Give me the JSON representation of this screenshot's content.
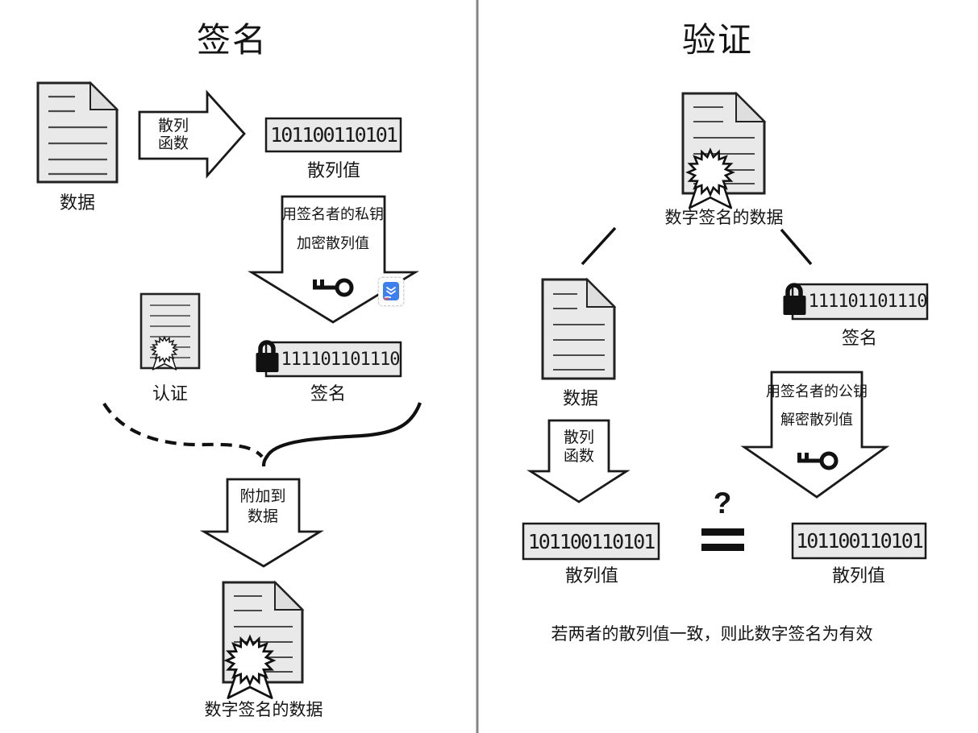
{
  "colors": {
    "box_fill": "#e9e9e9",
    "line": "#1a1a1a",
    "divider": "#8f8f8f",
    "watermark_blue": "#3d7ef0"
  },
  "left": {
    "title": "签名",
    "data_label": "数据",
    "hash_fn_line1": "散列",
    "hash_fn_line2": "函数",
    "hash_value": "101100110101",
    "hash_label": "散列值",
    "encrypt_line1": "用签名者的私钥",
    "encrypt_line2": "加密散列值",
    "cert_label": "认证",
    "sig_value": "111101101110",
    "sig_label": "签名",
    "append_line1": "附加到",
    "append_line2": "数据",
    "signed_label": "数字签名的数据"
  },
  "right": {
    "title": "验证",
    "signed_label": "数字签名的数据",
    "data_label": "数据",
    "sig_value": "111101101110",
    "sig_label": "签名",
    "hash_fn_line1": "散列",
    "hash_fn_line2": "函数",
    "decrypt_line1": "用签名者的公钥",
    "decrypt_line2": "解密散列值",
    "question": "?",
    "hash_left_value": "101100110101",
    "hash_left_label": "散列值",
    "hash_right_value": "101100110101",
    "hash_right_label": "散列值",
    "conclusion": "若两者的散列值一致，则此数字签名为有效"
  }
}
